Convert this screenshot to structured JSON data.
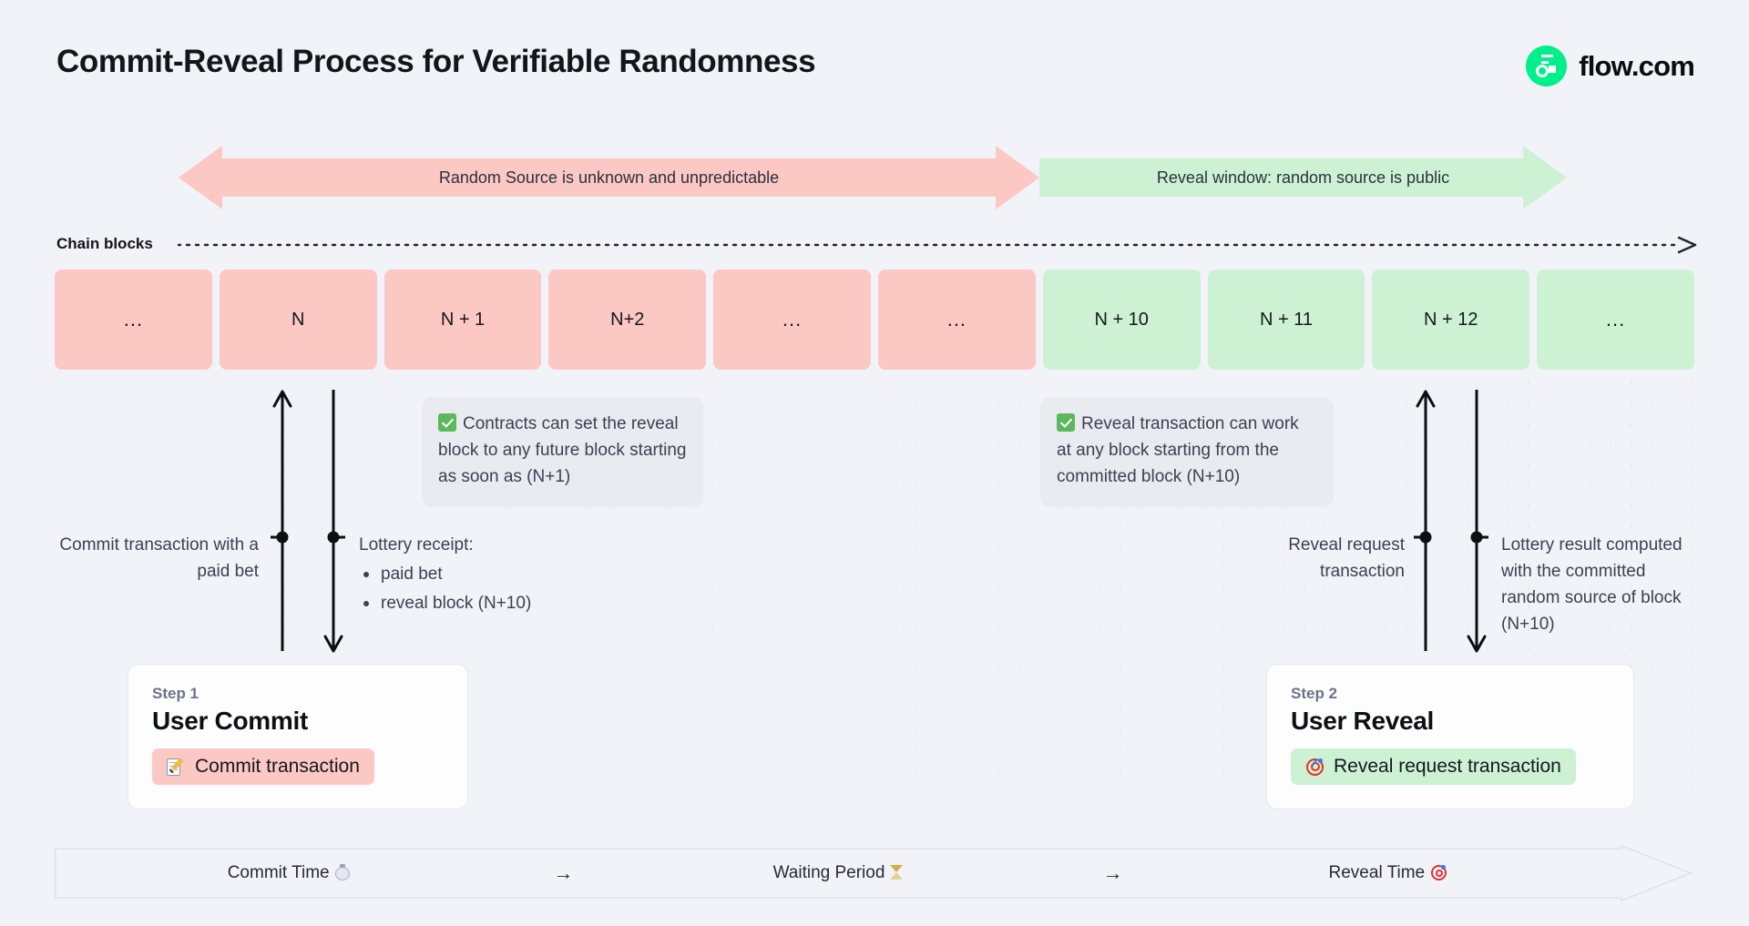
{
  "header": {
    "title": "Commit-Reveal Process for Verifiable Randomness",
    "brand_name": "flow.com",
    "brand_logo_icon": "flow-logo-icon",
    "brand_color": "#00ef8b"
  },
  "phases": [
    {
      "id": "unknown",
      "label": "Random Source is unknown and unpredictable",
      "color": "#fcc8c3",
      "arrow_direction": "double"
    },
    {
      "id": "reveal",
      "label": "Reveal window: random source is public",
      "color": "#ccf2d3",
      "arrow_direction": "right"
    }
  ],
  "chain": {
    "label": "Chain blocks",
    "line_style": "dotted-with-arrowhead",
    "blocks": [
      {
        "label": "...",
        "state": "pink"
      },
      {
        "label": "N",
        "state": "pink"
      },
      {
        "label": "N + 1",
        "state": "pink"
      },
      {
        "label": "N+2",
        "state": "pink"
      },
      {
        "label": "...",
        "state": "pink"
      },
      {
        "label": "...",
        "state": "pink"
      },
      {
        "label": "N + 10",
        "state": "green"
      },
      {
        "label": "N + 11",
        "state": "green"
      },
      {
        "label": "N + 12",
        "state": "green"
      },
      {
        "label": "...",
        "state": "green"
      }
    ]
  },
  "callouts": [
    {
      "id": "commit-callout",
      "icon": "check-mark-button-icon",
      "text": "Contracts can set the reveal block to any future block starting as soon as (N+1)"
    },
    {
      "id": "reveal-callout",
      "icon": "check-mark-button-icon",
      "text": "Reveal transaction can work at any block starting from the committed block (N+10)"
    }
  ],
  "connector_labels": {
    "commit_tx": "Commit transaction with a paid bet",
    "lottery_receipt_title": "Lottery receipt:",
    "lottery_receipt_items": [
      "paid bet",
      "reveal block (N+10)"
    ],
    "reveal_request": "Reveal request transaction",
    "lottery_result": "Lottery result computed with the committed random source of block (N+10)"
  },
  "steps": [
    {
      "kicker": "Step 1",
      "title": "User Commit",
      "pill_label": "Commit transaction",
      "pill_icon": "memo-icon",
      "pill_color": "#fcc8c3"
    },
    {
      "kicker": "Step 2",
      "title": "User Reveal",
      "pill_label": "Reveal request transaction",
      "pill_icon": "direct-hit-icon",
      "pill_color": "#ccf2d3"
    }
  ],
  "timeline": {
    "segments": [
      {
        "label": "Commit Time",
        "icon": "stopwatch-icon"
      },
      {
        "label": "Waiting Period",
        "icon": "hourglass-icon"
      },
      {
        "label": "Reveal Time",
        "icon": "direct-hit-icon"
      }
    ],
    "separator_icon": "arrow-right-icon",
    "separator_glyph": "→"
  }
}
